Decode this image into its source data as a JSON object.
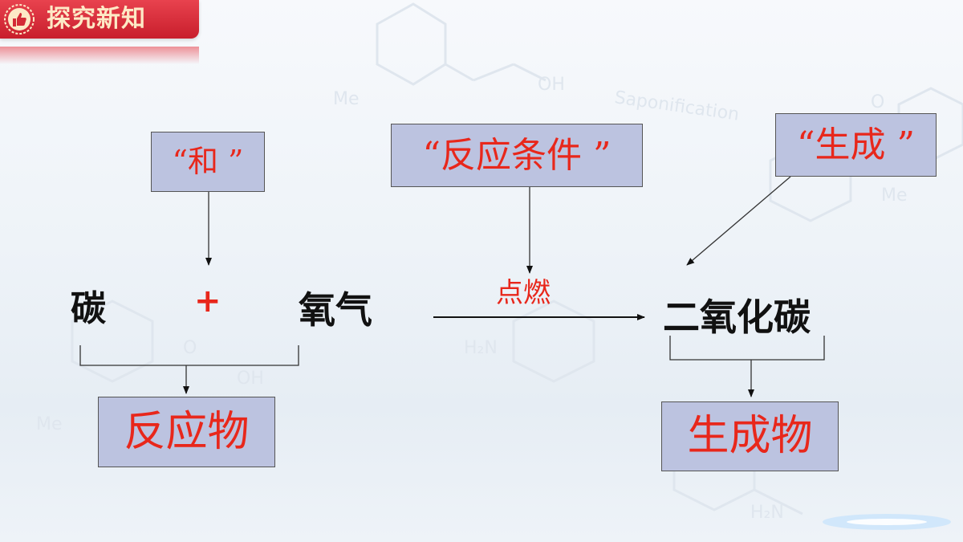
{
  "header": {
    "title": "探究新知",
    "icon": "thumbs-up-icon",
    "color": "#d42a36"
  },
  "boxes": {
    "and": "“和 ”",
    "condition": "“反应条件 ”",
    "produce": "“生成 ”",
    "reactants": "反应物",
    "products": "生成物"
  },
  "equation": {
    "reactant1": "碳",
    "plus": "+",
    "reactant2": "氧气",
    "condition": "点燃",
    "product": "二氧化碳"
  },
  "background_text": {
    "saponification": "Saponification",
    "me1": "Me",
    "me2": "Me",
    "me3": "Me",
    "oh1": "OH",
    "oh2": "OH",
    "h2n1": "H₂N",
    "h2n2": "H₂N",
    "o1": "O",
    "o2": "O"
  },
  "colors": {
    "red": "#e8271b",
    "box_fill": "#bcc3e0",
    "header": "#d42a36"
  }
}
